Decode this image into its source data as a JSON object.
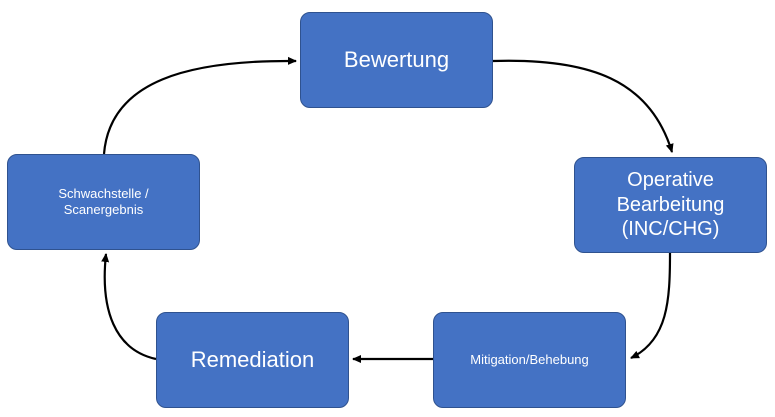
{
  "diagram": {
    "type": "process-cycle",
    "colors": {
      "node_fill": "#4472c4",
      "node_border": "#2f528f",
      "node_text": "#ffffff",
      "arrow": "#000000",
      "background": "#ffffff"
    },
    "nodes": [
      {
        "id": "bewertung",
        "label": "Bewertung"
      },
      {
        "id": "operative",
        "label": "Operative\nBearbeitung\n(INC/CHG)"
      },
      {
        "id": "mitigation",
        "label": "Mitigation/Behebung"
      },
      {
        "id": "remediation",
        "label": "Remediation"
      },
      {
        "id": "schwachstelle",
        "label": "Schwachstelle /\nScanergebnis"
      }
    ],
    "edges": [
      {
        "from": "bewertung",
        "to": "operative"
      },
      {
        "from": "operative",
        "to": "mitigation"
      },
      {
        "from": "mitigation",
        "to": "remediation"
      },
      {
        "from": "remediation",
        "to": "schwachstelle"
      },
      {
        "from": "schwachstelle",
        "to": "bewertung"
      }
    ]
  }
}
